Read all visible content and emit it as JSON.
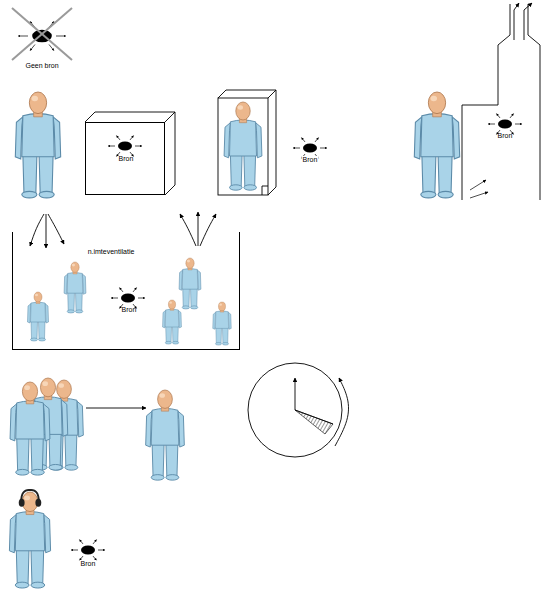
{
  "diagram": {
    "nodes": [
      {
        "text": [
          "Bron"
        ]
      },
      {
        "text": [
          "Bron"
        ]
      },
      {
        "text": [
          "n.imteventilatie",
          "Bron"
        ]
      }
    ],
    "labels": [
      "Geen bron",
      "Bron",
      "Bron"
    ]
  }
}
